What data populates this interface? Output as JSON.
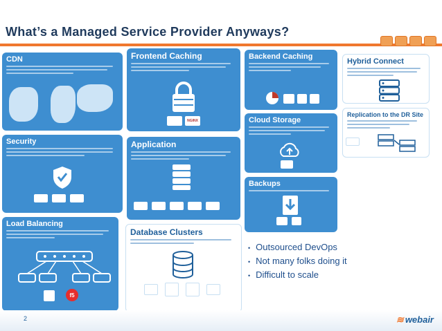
{
  "slide": {
    "title": "What’s a Managed Service Provider Anyways?",
    "page_number": "2",
    "brand": "webair",
    "colors": {
      "accent": "#f0782e",
      "panel_blue": "#3e8ed0",
      "text_blue": "#1e4e8c"
    }
  },
  "panels": {
    "cdn": "CDN",
    "frontend": "Frontend Caching",
    "backend": "Backend Caching",
    "hybrid": "Hybrid Connect",
    "replication": "Replication to the DR Site",
    "security": "Security",
    "application": "Application",
    "cloud_storage": "Cloud Storage",
    "backups": "Backups",
    "load_balancing": "Load Balancing",
    "database": "Database Clusters"
  },
  "logos": {
    "nginx": "NGINX",
    "f5": "f5"
  },
  "bullets": [
    "Outsourced DevOps",
    "Not many folks doing it",
    "Difficult to scale"
  ]
}
